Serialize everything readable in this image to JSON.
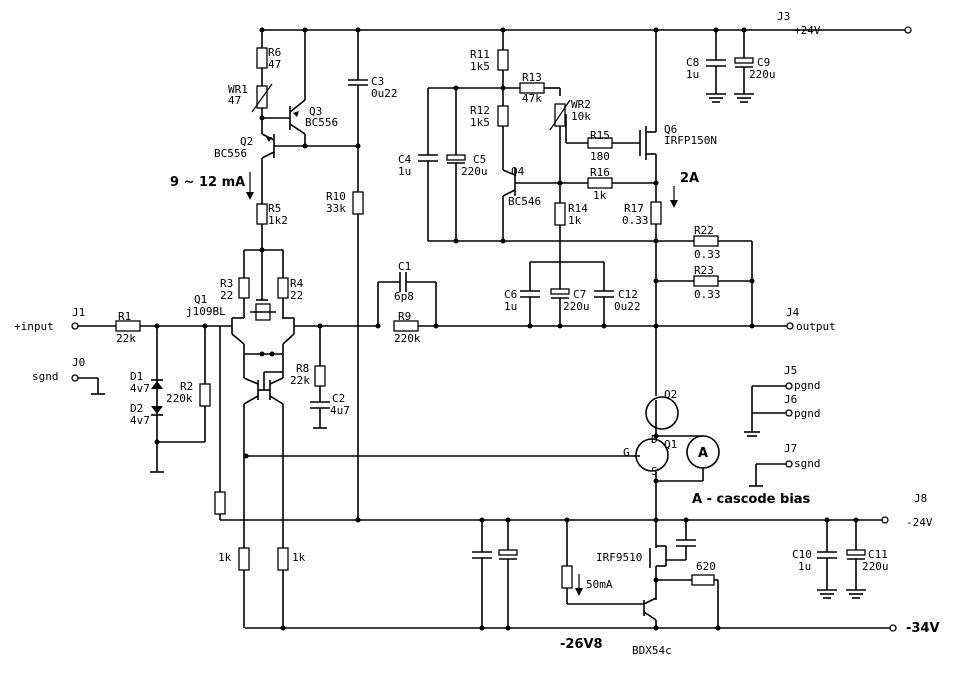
{
  "labels": {
    "J3": "J3",
    "p24v": "+24V",
    "R6": "R6",
    "R6v": "47",
    "WR1": "WR1",
    "WR1v": "47",
    "Q3": "Q3",
    "Q3v": "BC556",
    "Q2": "Q2",
    "Q2v": "BC556",
    "C3": "C3",
    "C3v": "0u22",
    "R11": "R11",
    "R11v": "1k5",
    "R13": "R13",
    "R13v": "47k",
    "R12": "R12",
    "R12v": "1k5",
    "WR2": "WR2",
    "WR2v": "10k",
    "R15": "R15",
    "R15v": "180",
    "Q6": "Q6",
    "Q6v": "IRFP150N",
    "C8": "C8",
    "C8v": "1u",
    "C9": "C9",
    "C9v": "220u",
    "C4": "C4",
    "C4v": "1u",
    "C5": "C5",
    "C5v": "220u",
    "Q4": "Q4",
    "Q4v": "BC546",
    "R16": "R16",
    "R16v": "1k",
    "R14": "R14",
    "R14v": "1k",
    "R17": "R17",
    "R17v": "0.33",
    "R22": "R22",
    "R22v": "0.33",
    "R23": "R23",
    "R23v": "0.33",
    "current_1": "9 ~ 12 mA",
    "current_2": "2A",
    "R5": "R5",
    "R5v": "1k2",
    "R10": "R10",
    "R10v": "33k",
    "R3": "R3",
    "R3v": "22",
    "R4": "R4",
    "R4v": "22",
    "Q1": "Q1",
    "Q1v": "j109BL",
    "C1": "C1",
    "C1v": "6p8",
    "R9": "R9",
    "R9v": "220k",
    "C6": "C6",
    "C6v": "1u",
    "C7": "C7",
    "C7v": "220u",
    "C12": "C12",
    "C12v": "0u22",
    "J1": "J1",
    "input": "+input",
    "R1": "R1",
    "R1v": "22k",
    "J4": "J4",
    "output": "output",
    "J0": "J0",
    "sgnd0": "sgnd",
    "D1": "D1",
    "D1v": "4v7",
    "D2": "D2",
    "D2v": "4v7",
    "R2": "R2",
    "R2v": "220k",
    "R8": "R8",
    "R8v": "22k",
    "C2": "C2",
    "C2v": "4u7",
    "J5": "J5",
    "pgnd5": "pgnd",
    "J6": "J6",
    "pgnd6": "pgnd",
    "J7": "J7",
    "sgnd7": "sgnd",
    "Q2b": "Q2",
    "Q1b": "Q1",
    "ammeter": "A",
    "cascode": "A - cascode bias",
    "J8": "J8",
    "m24v": "-24V",
    "r1k_a": "1k",
    "r1k_b": "1k",
    "IRF9510": "IRF9510",
    "R620": "620",
    "ma50": "50mA",
    "C10": "C10",
    "C10v": "1u",
    "C11": "C11",
    "C11v": "220u",
    "v268": "-26V8",
    "m34v": "-34V",
    "bdx": "BDX54c",
    "pin_g": "G",
    "pin_d": "D",
    "pin_s": "S"
  }
}
